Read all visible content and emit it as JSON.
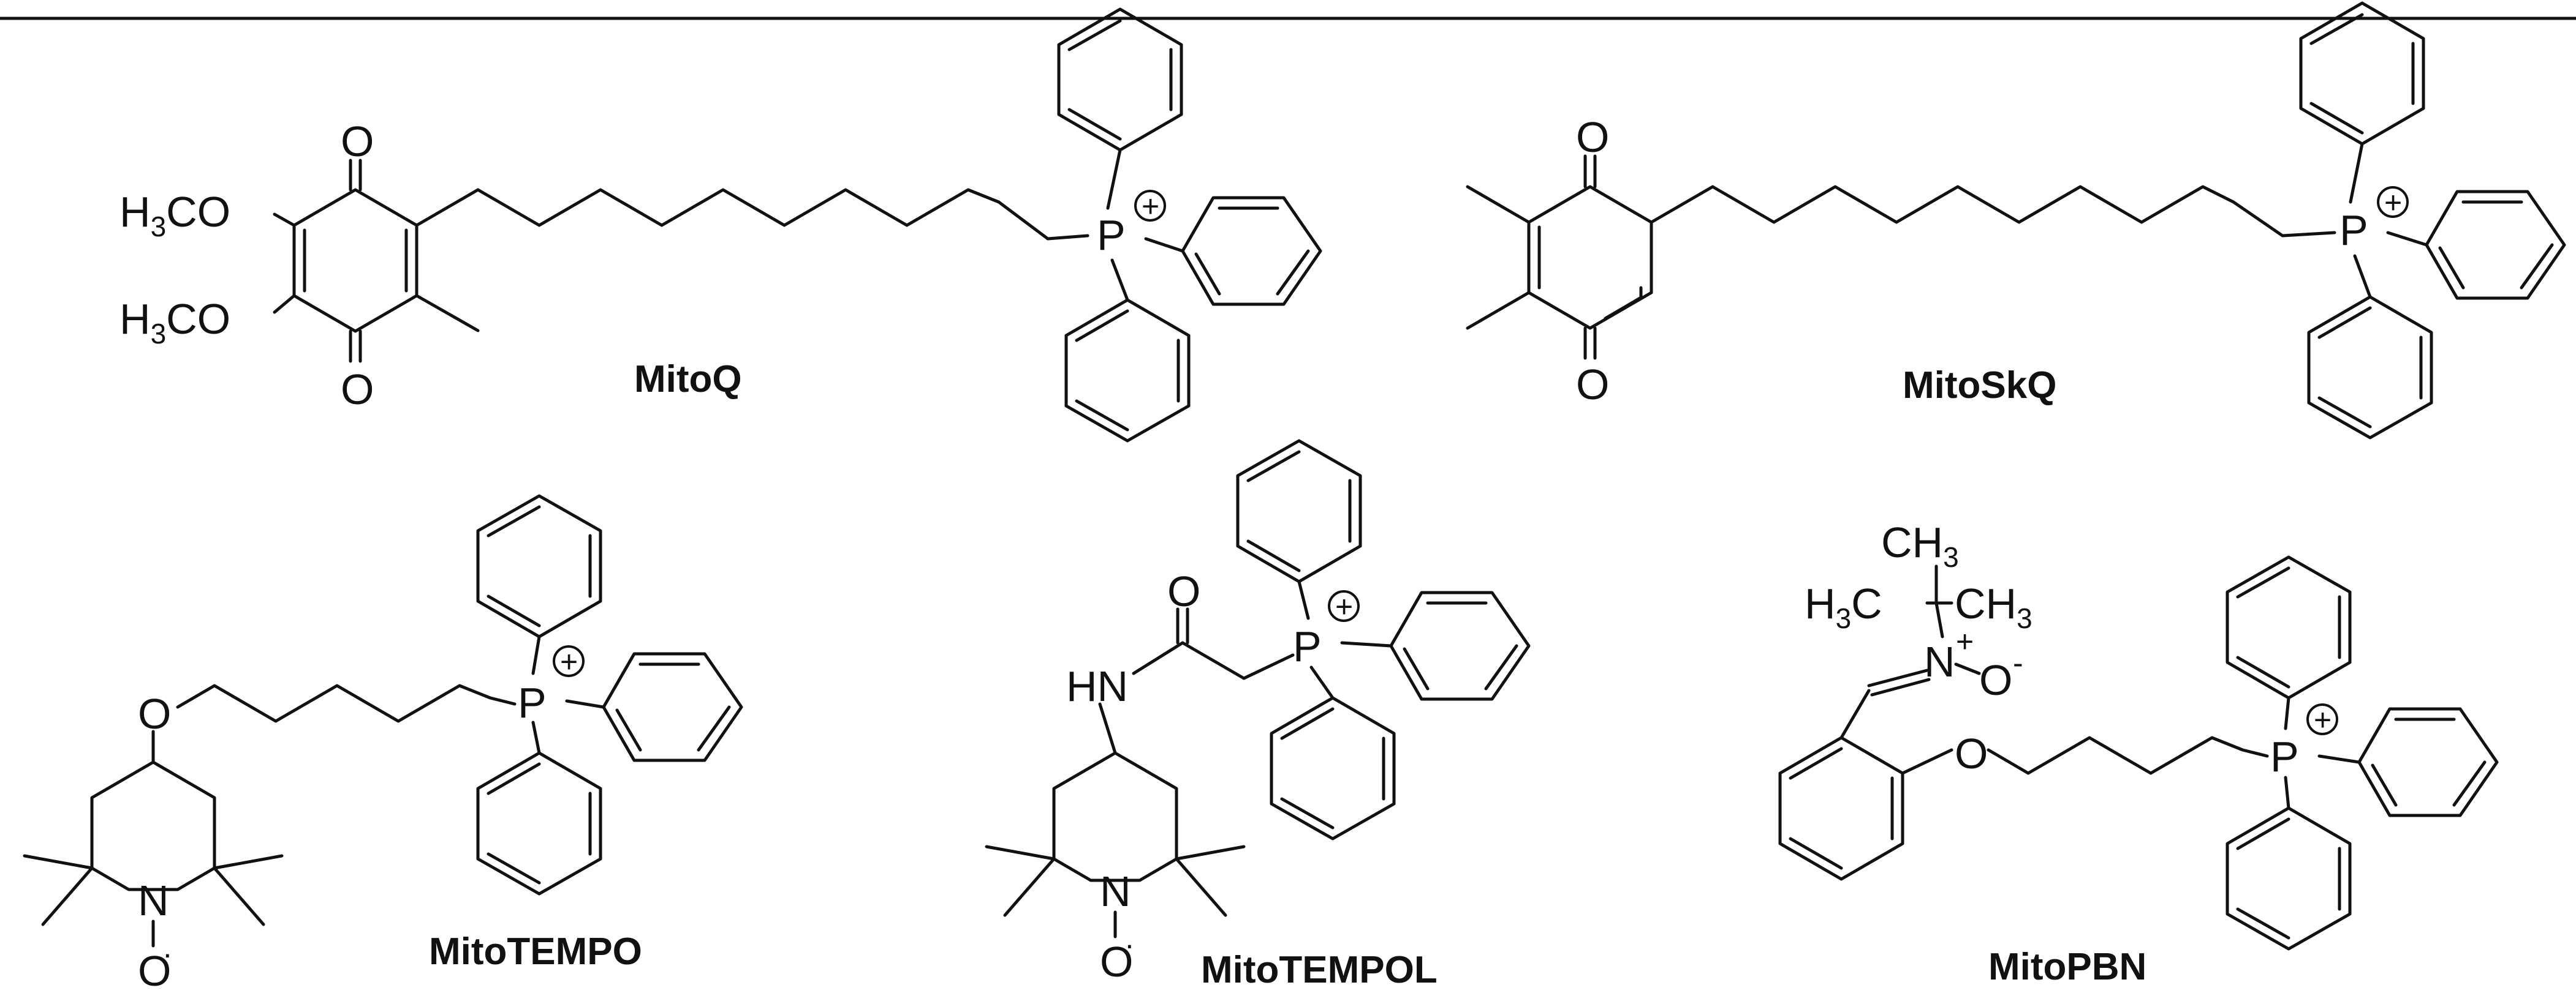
{
  "atoms": {
    "O": "O",
    "P": "P",
    "N": "N",
    "HN": "HN",
    "H": "H",
    "C": "C",
    "CO": "CO",
    "CH": "CH",
    "sub3": "3",
    "plus": "+",
    "minus": "-",
    "radical": "·"
  },
  "compounds": [
    {
      "name": "MitoQ"
    },
    {
      "name": "MitoSkQ"
    },
    {
      "name": "MitoTEMPO"
    },
    {
      "name": "MitoTEMPOL"
    },
    {
      "name": "MitoPBN"
    }
  ]
}
